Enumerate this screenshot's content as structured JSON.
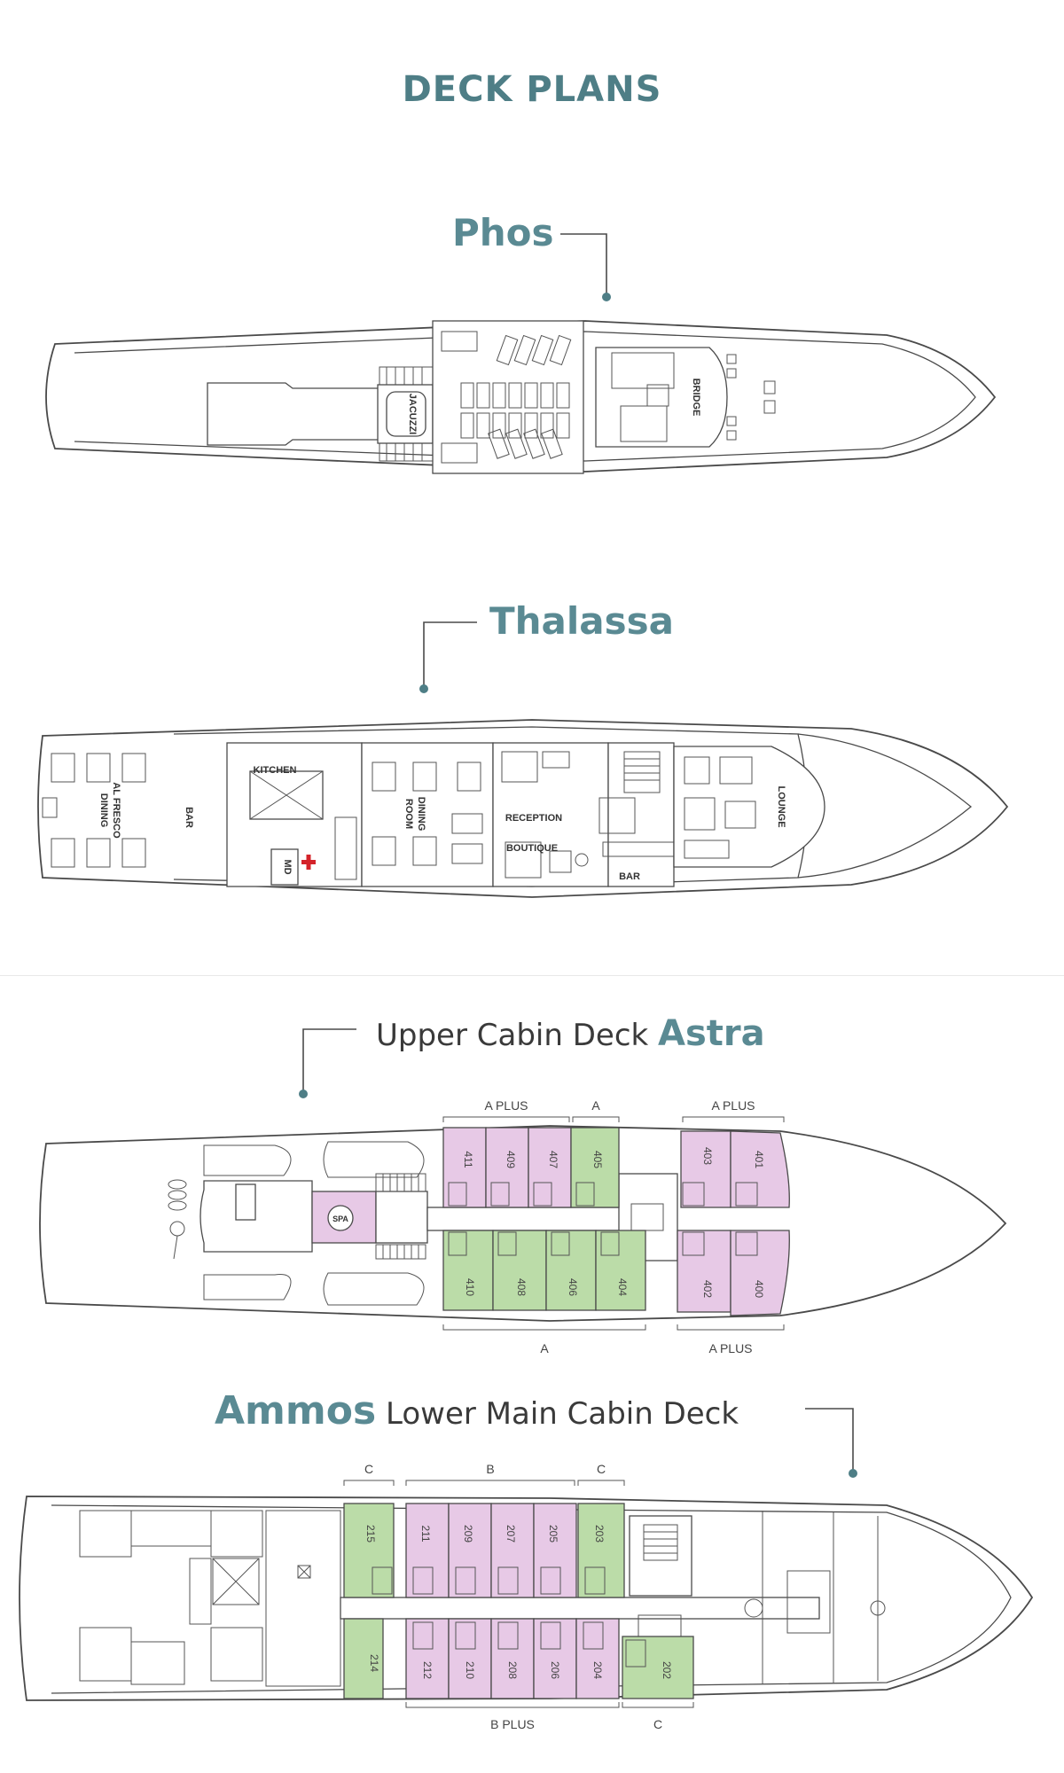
{
  "page": {
    "title": "DECK PLANS"
  },
  "decks": {
    "phos": {
      "name": "Phos",
      "labels": {
        "jacuzzi": "JACUZZI",
        "bridge": "BRIDGE"
      }
    },
    "thalassa": {
      "name": "Thalassa",
      "labels": {
        "kitchen": "KITCHEN",
        "alfresco_1": "AL FRESCO",
        "alfresco_2": "DINING",
        "bar_aft": "BAR",
        "md": "MD",
        "dining_1": "DINING",
        "dining_2": "ROOM",
        "reception": "RECEPTION",
        "boutique": "BOUTIQUE",
        "bar_fwd": "BAR",
        "lounge": "LOUNGE"
      }
    },
    "astra": {
      "prefix": "Upper Cabin Deck",
      "name": "Astra",
      "spa": "SPA",
      "categories": {
        "top_aplus_1": "A PLUS",
        "top_a": "A",
        "top_aplus_2": "A PLUS",
        "bottom_a": "A",
        "bottom_aplus": "A PLUS"
      },
      "cabins_top": [
        "411",
        "409",
        "407",
        "405",
        "403",
        "401"
      ],
      "cabins_bottom": [
        "410",
        "408",
        "406",
        "404",
        "402",
        "400"
      ]
    },
    "ammos": {
      "name": "Ammos",
      "suffix": "Lower Main Cabin Deck",
      "categories": {
        "top_c_1": "C",
        "top_b": "B",
        "top_c_2": "C",
        "bottom_bplus": "B PLUS",
        "bottom_c": "C"
      },
      "cabins_top": [
        "215",
        "211",
        "209",
        "207",
        "205",
        "203"
      ],
      "cabins_bottom": [
        "214",
        "212",
        "210",
        "208",
        "206",
        "204",
        "202"
      ]
    }
  },
  "colors": {
    "heading": "#4e7e86",
    "cabin_pink": "#e7c9e6",
    "cabin_green": "#bbdca8",
    "accent_red": "#d4232a"
  }
}
